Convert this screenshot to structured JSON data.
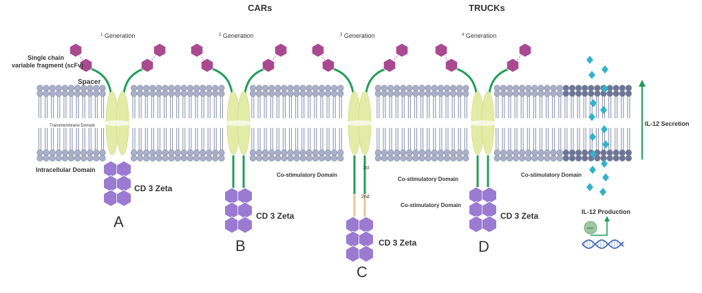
{
  "header": {
    "cars": "CARs",
    "trucks": "TRUCKs"
  },
  "generations": [
    {
      "sup": "1",
      "label": "Generation"
    },
    {
      "sup": "2",
      "label": "Generation"
    },
    {
      "sup": "3",
      "label": "Generation"
    },
    {
      "sup": "4",
      "label": "Generation"
    }
  ],
  "labels": {
    "scfv_line1": "Single chain",
    "scfv_line2": "variable fragment (scFv)",
    "spacer": "Spacer",
    "transmembrane": "Transmembrane Domain",
    "intracellular": "Intracellular Domain",
    "costim": "Co-stimulatory Domain",
    "cd3zeta": "CD 3 Zeta",
    "first": "1st",
    "second": "2nd",
    "il12_secretion": "IL-12 Secretion",
    "il12_production": "IL-12 Production",
    "nfat": "NFAT"
  },
  "panels": [
    "A",
    "B",
    "C",
    "D"
  ],
  "colors": {
    "membrane_head": "#a9b0c8",
    "membrane_tail": "#8d95b0",
    "membrane_head_dark": "#6d7595",
    "scfv": "#a94a91",
    "spacer": "#1f9e57",
    "transmembrane": "#e2eca6",
    "cd3": "#9b7bd1",
    "costim": "#e6c88f",
    "il12": "#33b2cc",
    "arrow": "#1e9e57"
  }
}
